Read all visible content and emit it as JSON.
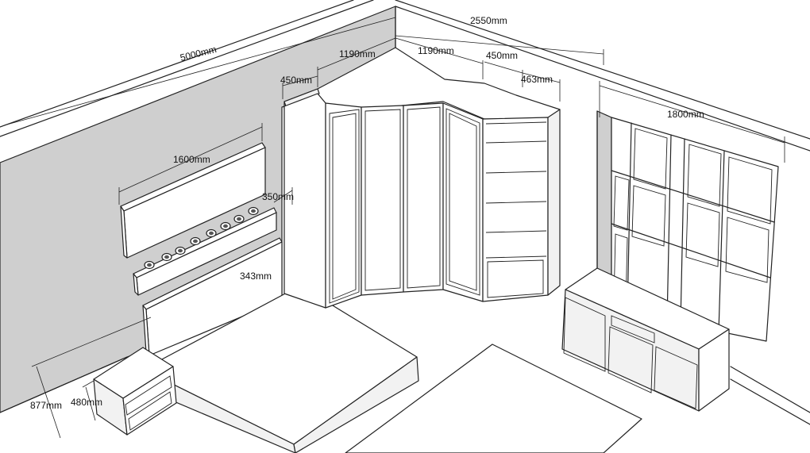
{
  "drawing": {
    "dimensions": {
      "room_length": "5000mm",
      "room_width": "2550mm",
      "panel_width": "1600mm",
      "shelf_depth": "350mm",
      "headboard_height": "343mm",
      "wardrobe_depth": "450mm",
      "wardrobe_width_left": "1190mm",
      "wardrobe_width_right": "1190mm",
      "cabinet_depth": "450mm",
      "shelf_unit_width": "463mm",
      "window_width": "1800mm",
      "bed_height": "877mm",
      "nightstand_height": "480mm"
    },
    "colors": {
      "wall_shade": "#cfcfcf",
      "line": "#222222",
      "background": "#ffffff"
    }
  }
}
